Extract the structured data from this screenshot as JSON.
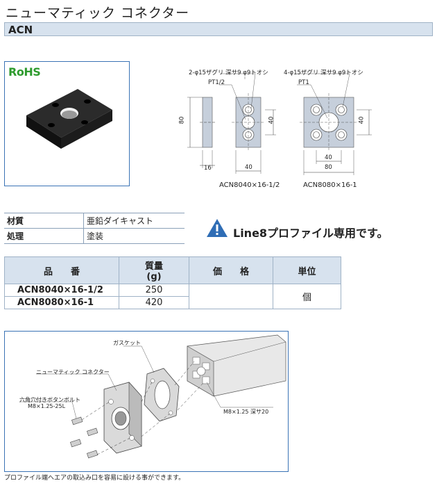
{
  "header": {
    "title": "ニューマティック コネクター",
    "series_code": "ACN"
  },
  "badge": {
    "rohs": "RoHS",
    "rohs_color": "#2e9b2e"
  },
  "drawing_left": {
    "hole_note": "2-φ15ザグリ 深サ9 φ9トオシ",
    "thread_note": "PT1/2",
    "dim_height": "80",
    "dim_depth": "40",
    "dim_thickness": "16",
    "dim_width": "40",
    "model": "ACN8040×16-1/2"
  },
  "drawing_right": {
    "hole_note": "4-φ15ザグリ 深サ9 φ9トオシ",
    "thread_note": "PT1",
    "dim_height": "40",
    "dim_pitch": "40",
    "dim_width": "80",
    "model": "ACN8080×16-1"
  },
  "specs": [
    {
      "key": "材質",
      "value": "亜鉛ダイキャスト"
    },
    {
      "key": "処理",
      "value": "塗装"
    }
  ],
  "notice": {
    "icon": "warning-icon",
    "text": "Line8プロファイル専用です。"
  },
  "price_table": {
    "headers": {
      "part_no": "品　　番",
      "weight": "質量",
      "weight_unit": "(g)",
      "price": "価　　格",
      "unit": "単位"
    },
    "rows": [
      {
        "part_no": "ACN8040×16-1/2",
        "weight": "250"
      },
      {
        "part_no": "ACN8080×16-1",
        "weight": "420"
      }
    ],
    "unit_value": "個"
  },
  "assembly": {
    "gasket_label": "ガスケット",
    "connector_label": "ニューマティック コネクター",
    "bolt_label_1": "六角穴付きボタンボルト",
    "bolt_label_2": "M8×1.25-25L",
    "thread_label": "M8×1.25 深サ20"
  },
  "footnote": "プロファイル端へエアの取込み口を容易に設ける事ができます。",
  "colors": {
    "accent_blue": "#3a73b5",
    "header_fill": "#d7e2ee",
    "plate_fill": "#c6cfdb"
  }
}
